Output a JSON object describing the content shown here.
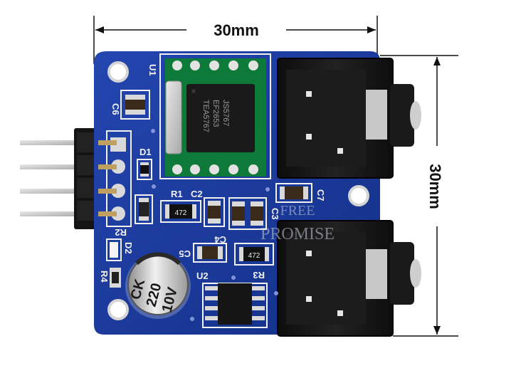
{
  "dimensions": {
    "width_label": "30mm",
    "height_label": "30mm"
  },
  "silkscreen": {
    "u1": "U1",
    "u2": "U2",
    "c6": "C6",
    "c7": "C7",
    "c2": "C2",
    "c3": "C3",
    "c4": "C4",
    "c5": "C5",
    "r1": "R1",
    "r2": "R2",
    "r3": "R3",
    "r4": "R4",
    "d1": "D1",
    "d2": "D2"
  },
  "module_chip": {
    "line1": "JS5767",
    "line2": "EF2653",
    "line3": "TEA5767"
  },
  "resistors": {
    "r1_code": "472",
    "r3_code": "472"
  },
  "capacitor": {
    "line1": "CK",
    "line2": "220",
    "line3": "10V"
  },
  "watermark": {
    "line1": "FREE",
    "line2": "PROMISE"
  },
  "colors": {
    "pcb": "#1d3a9a",
    "pcb_dark": "#0f2470",
    "silk": "#f2f2f2",
    "pad": "#d9d9d9",
    "jack": "#151515"
  }
}
